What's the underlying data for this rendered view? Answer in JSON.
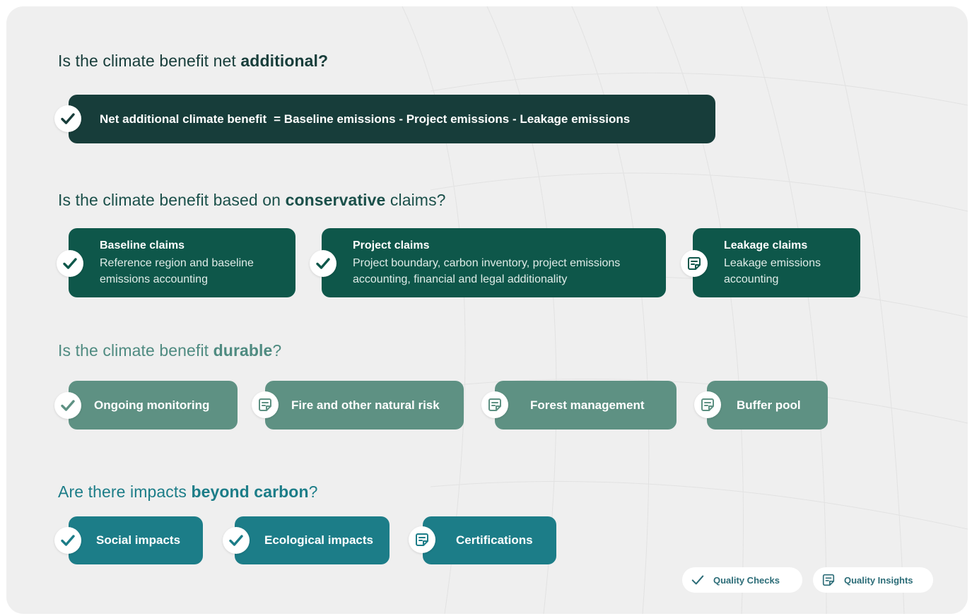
{
  "sections": {
    "additional": {
      "heading_pre": "Is the climate benefit net ",
      "heading_bold": "additional?",
      "heading_post": "",
      "formula": {
        "label": "Net additional climate benefit",
        "equation": "= Baseline emissions - Project emissions - Leakage emissions",
        "icon": "check-icon"
      }
    },
    "conservative": {
      "heading_pre": "Is the climate benefit based on ",
      "heading_bold": "conservative",
      "heading_post": " claims?",
      "cards": [
        {
          "title": "Baseline claims",
          "line1": "Reference region and baseline",
          "line2": "emissions accounting",
          "icon": "check-icon"
        },
        {
          "title": "Project claims",
          "line1": "Project boundary, carbon inventory, project emissions",
          "line2": "accounting, financial and legal additionality",
          "icon": "check-icon"
        },
        {
          "title": "Leakage claims",
          "line1": "Leakage emissions",
          "line2": "accounting",
          "icon": "insight-icon"
        }
      ]
    },
    "durable": {
      "heading_pre": "Is the climate benefit ",
      "heading_bold": "durable",
      "heading_post": "?",
      "items": [
        {
          "label": "Ongoing monitoring",
          "icon": "check-icon"
        },
        {
          "label": "Fire and other natural risk",
          "icon": "insight-icon"
        },
        {
          "label": "Forest management",
          "icon": "insight-icon"
        },
        {
          "label": "Buffer pool",
          "icon": "insight-icon"
        }
      ]
    },
    "beyond": {
      "heading_pre": "Are there impacts ",
      "heading_bold": "beyond carbon",
      "heading_post": "?",
      "items": [
        {
          "label": "Social impacts",
          "icon": "check-icon"
        },
        {
          "label": "Ecological impacts",
          "icon": "check-icon"
        },
        {
          "label": "Certifications",
          "icon": "insight-icon"
        }
      ]
    }
  },
  "legend": {
    "checks": "Quality Checks",
    "insights": "Quality Insights"
  },
  "colors": {
    "background": "#efefef",
    "dark": "#173d3a",
    "green": "#0e574a",
    "sage": "#5e9183",
    "teal": "#1c7d88"
  }
}
